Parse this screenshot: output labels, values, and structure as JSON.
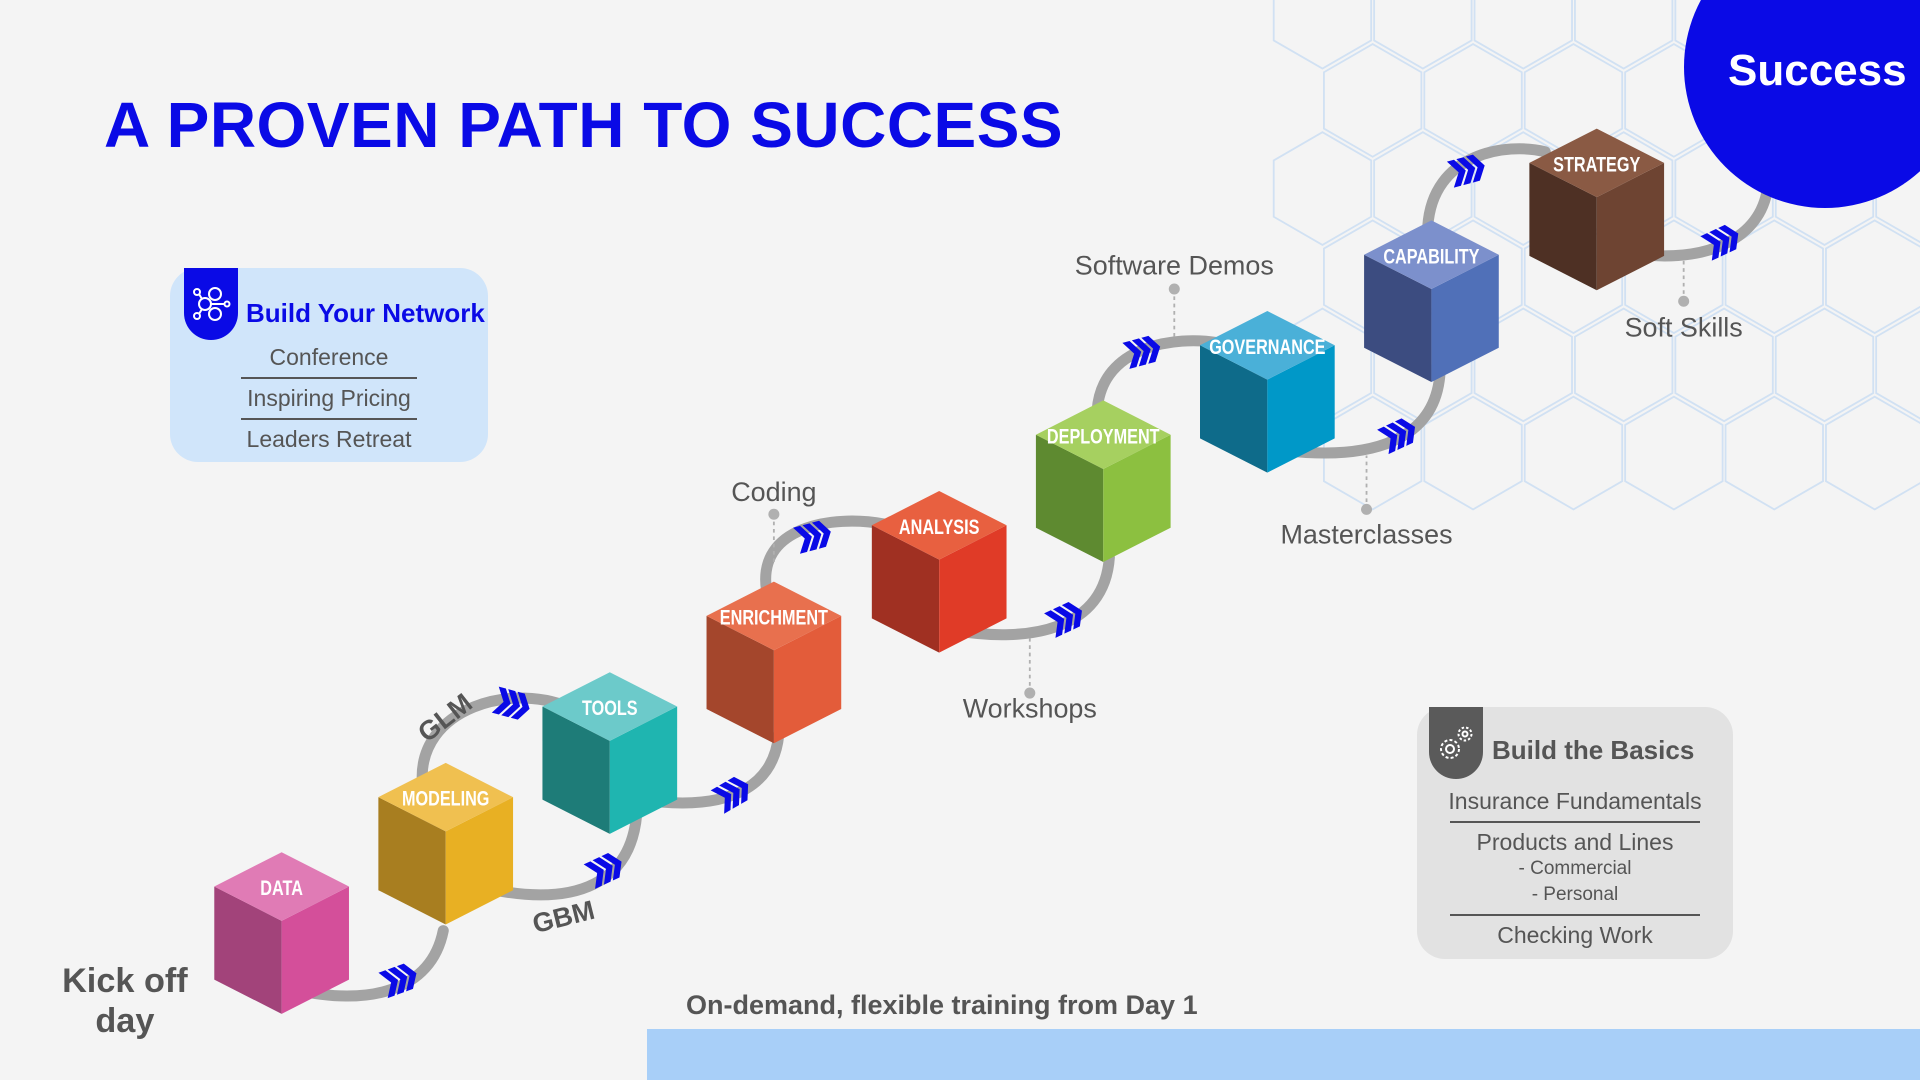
{
  "title": "A PROVEN PATH TO SUCCESS",
  "success_label": "Success",
  "network": {
    "title": "Build Your Network",
    "icon": "network-people-icon",
    "items": [
      "Conference",
      "Inspiring Pricing",
      "Leaders Retreat"
    ]
  },
  "basics": {
    "title": "Build the Basics",
    "icon": "gears-icon",
    "items": [
      "Insurance Fundamentals",
      "Products and Lines",
      "- Commercial",
      "- Personal",
      "Checking Work"
    ]
  },
  "steps": [
    "DATA",
    "MODELING",
    "TOOLS",
    "ENRICHMENT",
    "ANALYSIS",
    "DEPLOYMENT",
    "GOVERNANCE",
    "CAPABILITY",
    "STRATEGY"
  ],
  "path_labels": {
    "kickoff_1": "Kick off",
    "kickoff_2": "day",
    "glm": "GLM",
    "gbm": "GBM",
    "coding": "Coding",
    "workshops": "Workshops",
    "software_demos": "Software Demos",
    "masterclasses": "Masterclasses",
    "soft_skills": "Soft Skills"
  },
  "footer_text": "On-demand, flexible training from Day 1",
  "colors": {
    "brand_blue": "#0a0ae6",
    "path_gray": "#a3a3a3",
    "bottom_bar": "#a8cff8"
  }
}
